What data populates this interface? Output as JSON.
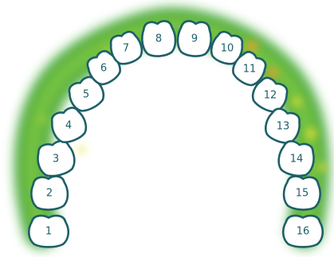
{
  "colors": {
    "tooth_outline": "#1d5f68",
    "tooth_number": "#1d5f68",
    "tooth_fill": "#ffffff",
    "glow_primary": "#2a9d1f",
    "glow_light": "#8fd24a",
    "glow_yellow": "#e8e02a",
    "glow_orange": "#e9a12a"
  },
  "teeth": [
    {
      "number": "1"
    },
    {
      "number": "2"
    },
    {
      "number": "3"
    },
    {
      "number": "4"
    },
    {
      "number": "5"
    },
    {
      "number": "6"
    },
    {
      "number": "7"
    },
    {
      "number": "8"
    },
    {
      "number": "9"
    },
    {
      "number": "10"
    },
    {
      "number": "11"
    },
    {
      "number": "12"
    },
    {
      "number": "13"
    },
    {
      "number": "14"
    },
    {
      "number": "15"
    },
    {
      "number": "16"
    }
  ]
}
